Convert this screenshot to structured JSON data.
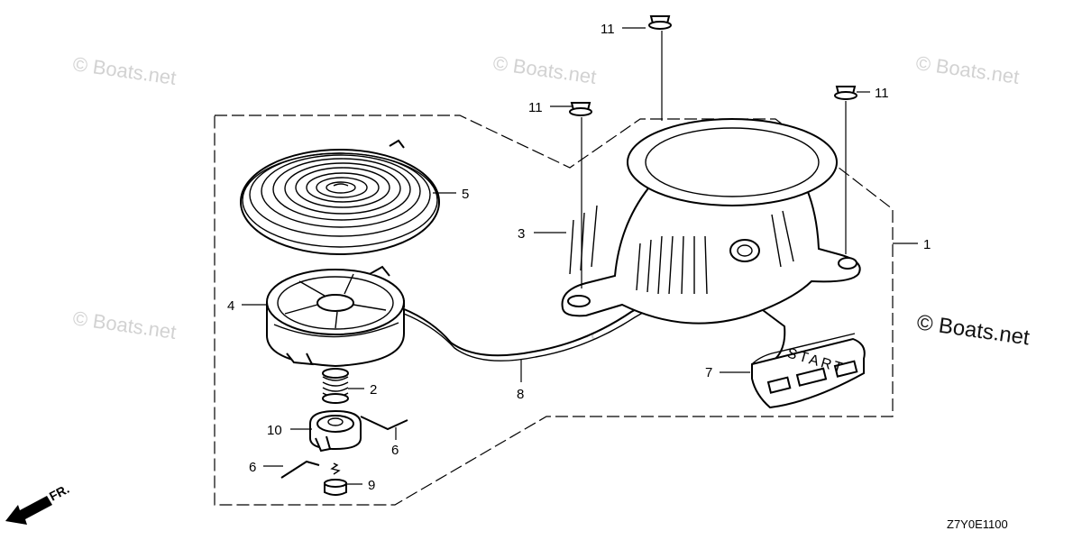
{
  "watermarks": {
    "faint": "© Boats.net",
    "main": "© Boats.net"
  },
  "diagram_code": "Z7Y0E1100",
  "front_marker": "FR.",
  "handle_text": "START",
  "callouts": {
    "c1": "1",
    "c2": "2",
    "c3": "3",
    "c4": "4",
    "c5": "5",
    "c6a": "6",
    "c6b": "6",
    "c7": "7",
    "c8": "8",
    "c9": "9",
    "c10": "10",
    "c11a": "11",
    "c11b": "11",
    "c11c": "11"
  }
}
